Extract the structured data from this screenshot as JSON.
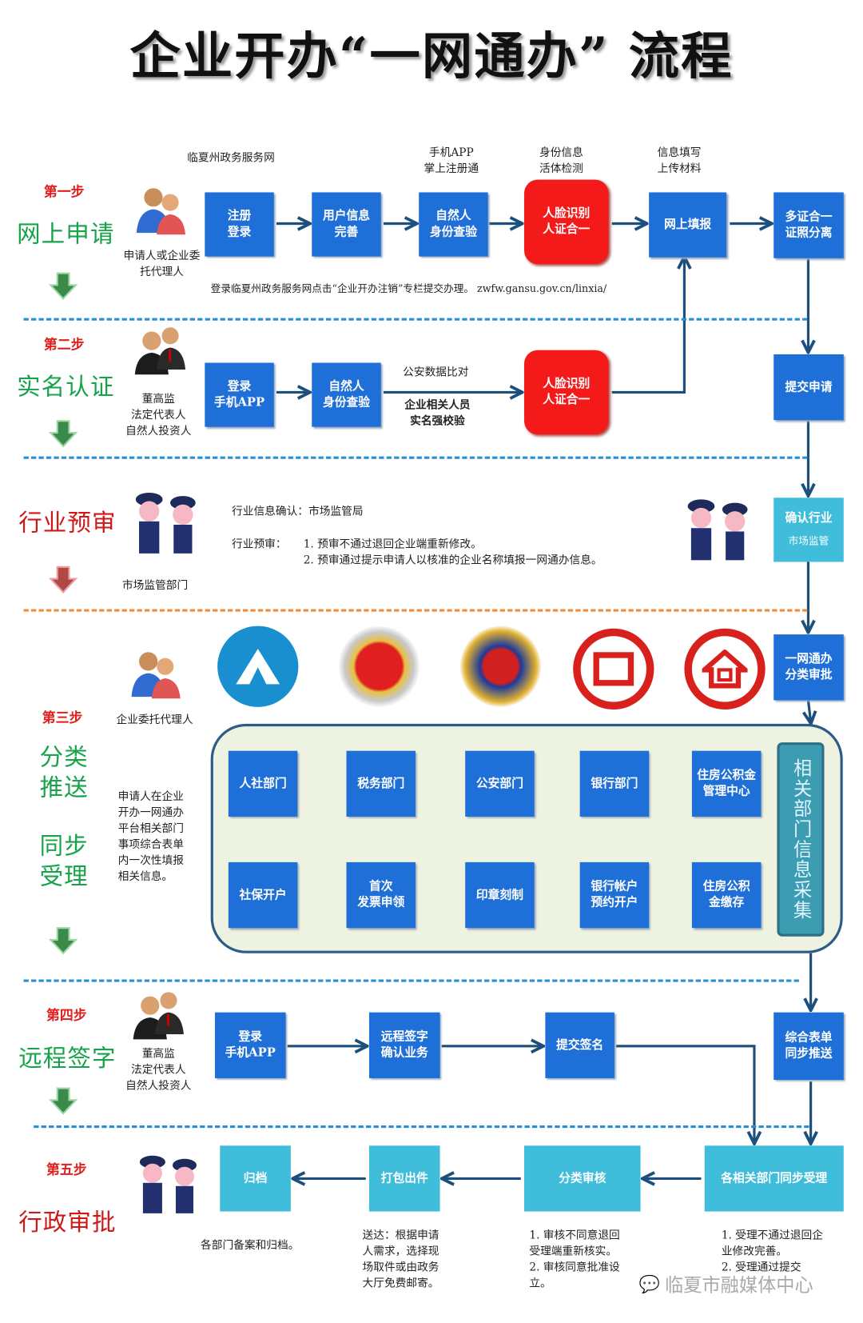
{
  "title": "企业开办“一网通办” 流程",
  "step1": {
    "step_label": "第一步",
    "phase": "网上申请",
    "actor": "申请人或企业委托代理人",
    "top_labels": [
      "临夏州政务服务网",
      "手机APP\n掌上注册通",
      "身份信息\n活体检测",
      "信息填写\n上传材料"
    ],
    "boxes": [
      "注册\n登录",
      "用户信息\n完善",
      "自然人\n身份查验",
      "人脸识别\n人证合一",
      "网上填报",
      "多证合一\n证照分离"
    ],
    "note": "登录临夏州政务服务网点击“企业开办注销”专栏提交办理。 zwfw.gansu.gov.cn/linxia/"
  },
  "step2": {
    "step_label": "第二步",
    "phase": "实名认证",
    "actor": "董高监\n法定代表人\n自然人投资人",
    "boxes": [
      "登录\n手机APP",
      "自然人\n身份查验",
      "人脸识别\n人证合一",
      "提交申请"
    ],
    "edge_label": "公安数据比对",
    "red_note": "企业相关人员\n实名强校验"
  },
  "pre_review": {
    "phase": "行业预审",
    "confirm": "行业信息确认：市场监管局",
    "review_label": "行业预审：",
    "review_items": [
      "1. 预审不通过退回企业端重新修改。",
      "2. 预审通过提示申请人以核准的企业名称填报一网通办信息。"
    ],
    "actor": "市场监管部门",
    "box_title": "确认行业",
    "box_sub": "市场监管"
  },
  "step3": {
    "step_label": "第三步",
    "actor": "企业委托代理人",
    "phase_a": "分类\n推送",
    "phase_b": "同步\n受理",
    "description": "申请人在企业开办一网通办平台相关部门事项综合表单内一次性填报相关信息。",
    "right_box": "一网通办\n分类审批",
    "departments": [
      "人社部门",
      "税务部门",
      "公安部门",
      "银行部门",
      "住房公积金\n管理中心"
    ],
    "services": [
      "社保开户",
      "首次\n发票申领",
      "印章刻制",
      "银行帐户\n预约开户",
      "住房公积\n金缴存"
    ],
    "collect": "相关部门信息采集"
  },
  "step4": {
    "step_label": "第四步",
    "phase": "远程签字",
    "actor": "董高监\n法定代表人\n自然人投资人",
    "boxes": [
      "登录\n手机APP",
      "远程签字\n确认业务",
      "提交签名",
      "综合表单\n同步推送"
    ]
  },
  "step5": {
    "step_label": "第五步",
    "phase": "行政审批",
    "boxes": [
      "归档",
      "打包出件",
      "分类审核",
      "各相关部门同步受理"
    ],
    "notes": [
      "各部门备案和归档。",
      "送达：根据申请人需求，选择现场取件或由政务大厅免费邮寄。",
      "1. 审核不同意退回受理端重新核实。\n2. 审核同意批准设立。",
      "1. 受理不通过退回企业修改完善。\n2. 受理通过提交"
    ]
  },
  "watermark": "临夏市融媒体中心",
  "colors": {
    "blue_box": "#1f6fd8",
    "red_box": "#f41a1a",
    "cyan_box": "#3fbddb",
    "arrow": "#1d4f7c"
  }
}
